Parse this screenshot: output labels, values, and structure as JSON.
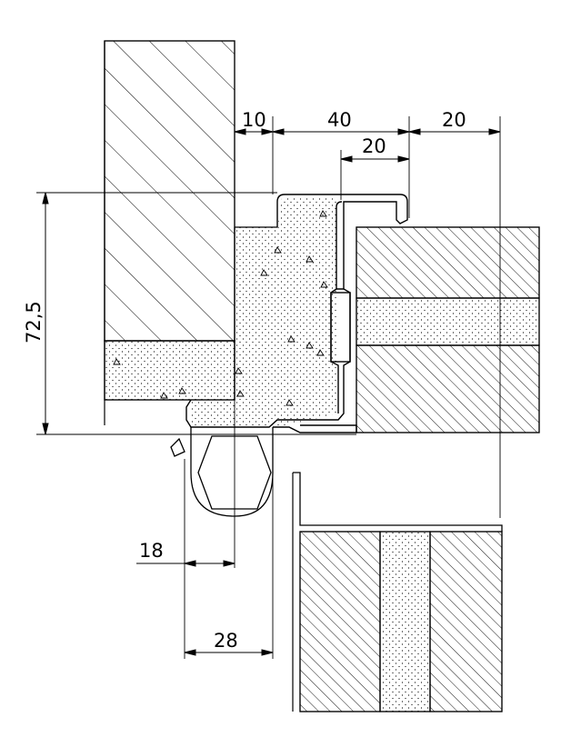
{
  "drawing": {
    "dimensions": {
      "d10": "10",
      "d40": "40",
      "d20_top": "20",
      "d20_inner": "20",
      "d72_5": "72,5",
      "d18": "18",
      "d28": "28"
    },
    "colors": {
      "line": "#000000",
      "background": "#ffffff"
    }
  }
}
